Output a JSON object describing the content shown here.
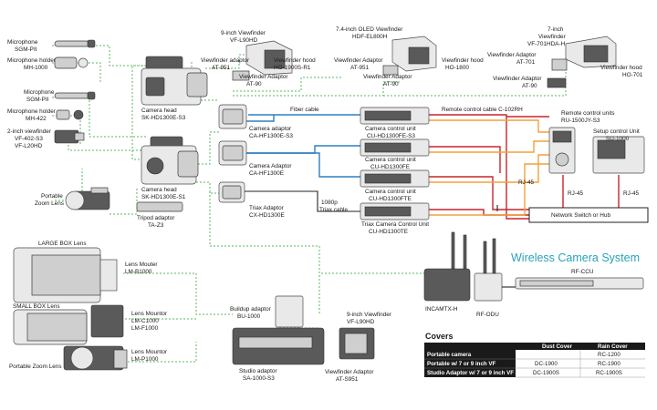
{
  "labels": {
    "microphone_sgm": "Microphone",
    "microphone_sgm_model": "SGM-PII",
    "mic_holder_1": "Microphone holder",
    "mic_holder_1_model": "MH-1000",
    "microphone_sgm2": "Microphone",
    "microphone_sgm2_model": "SGM-PII",
    "mic_holder_2": "Microphone holder",
    "mic_holder_2_model": "MH-422",
    "vf2_title": "2-inch viewfinder",
    "vf2_model1": "VF-402-S3",
    "vf2_model2": "VF-L20HD",
    "portable_zoom_1": "Portable",
    "portable_zoom_2": "Zoom Lens",
    "vf9_title": "9-inch Viewfinder",
    "vf9_model": "VF-L90HD",
    "vf_adaptor_ad951": "Viewfinder adaptor",
    "vf_adaptor_ad951_model": "AT-951",
    "vf_hood_1900": "Viewfinder hood",
    "vf_hood_1900_model": "HO-1900S-R1",
    "vf_adaptor_at90": "Viewfinder Adaptor",
    "vf_adaptor_at90_model": "AT-90",
    "oled_title": "7.4-inch OLED Viewfinder",
    "oled_model": "HDF-EL800H",
    "vf_adaptor_951b": "Viewfinder Adaptor",
    "vf_adaptor_951b_model": "AT-951",
    "vf_hood_1800": "Viewfinder hood",
    "vf_hood_1800_model": "HO-1800",
    "vf_adaptor_at90b": "Viewfinder Adaptor",
    "vf_adaptor_at90b_model": "AT-90",
    "vf7_title1": "7-inch",
    "vf7_title2": "Viewfinder",
    "vf7_model": "VF-701HDA-H",
    "vf_adaptor_701": "Viewfinder Adaptor",
    "vf_adaptor_701_model": "AT-701",
    "vf_hood_701": "Viewfinder hood",
    "vf_hood_701_model": "HO-701",
    "vf_adaptor_at90c": "Viewfinder Adaptor",
    "vf_adaptor_at90c_model": "AT-90",
    "camhead_s3": "Camera head",
    "camhead_s3_model": "SK-HD1300E-S3",
    "camhead_s1": "Camera head",
    "camhead_s1_model": "SK-HD1300E-S1",
    "tripod": "Tripod adaptor",
    "tripod_model": "TA-Z3",
    "fiber_cable": "Fiber cable",
    "remote_cable": "Remote control cable C-102RH",
    "cam_adaptor_1": "Camera adaptor",
    "cam_adaptor_1_model": "CA-HF1300E-S3",
    "cam_adaptor_2": "Camera Adaptor",
    "cam_adaptor_2_model": "CA-HF1300E",
    "triax_adaptor": "Triax Adaptor",
    "triax_adaptor_model": "CX-HD1300E",
    "ccu_1": "Camera control unit",
    "ccu_1_model": "CU-HD1300FE-S3",
    "ccu_2": "Camera control unit",
    "ccu_2_model": "CU-HD1300FE",
    "ccu_3": "Camera control unit",
    "ccu_3_model": "CU-HD1300FTE",
    "triax_ccu": "Triax Camera Control Unit",
    "triax_ccu_model": "CU-HD1300TE",
    "triax_cable_1": "1080p",
    "triax_cable_2": "Triax cable",
    "rcu": "Remote control units",
    "rcu_model": "RU-1500JY-S3",
    "setup_unit": "Setup control Unit",
    "setup_unit_model": "SU-1000",
    "rj45_a": "RJ-45",
    "rj45_b": "RJ-45",
    "rj45_c": "RJ-45",
    "network_switch": "Network Switch or Hub",
    "large_box": "LARGE BOX Lens",
    "lens_mounter_1": "Lens Mouter",
    "lens_mounter_1_model": "LM-B1000",
    "small_box": "SMALL BOX Lens",
    "lens_mountor_2": "Lens Mountor",
    "lens_mountor_2_model1": "LM-C1000",
    "lens_mountor_2_model2": "LM-F1000",
    "portable_zoom_3": "Portable Zoom Lens",
    "lens_mountor_3": "Lens Mountor",
    "lens_mountor_3_model": "LM-P1000",
    "buildup": "Buildup adaptor",
    "buildup_model": "BU-1000",
    "vf9b_title": "9-inch Viewfinder",
    "vf9b_model": "VF-L90HD",
    "studio_adaptor": "Studio adaptor",
    "studio_adaptor_model": "SA-1000-S3",
    "vf_adaptor_s951": "Viewfinder Adaptor",
    "vf_adaptor_s951_model": "AT-S951",
    "wireless_title": "Wireless Camera System",
    "incamtx": "INCAMTX-H",
    "rf_odu": "RF-ODU",
    "rf_ccu": "RF-CCU"
  },
  "covers": {
    "title": "Covers",
    "header": [
      "",
      "Dust Cover",
      "Rain Cover"
    ],
    "rows": [
      [
        "Portable camera",
        "",
        "RC-1200"
      ],
      [
        "Portable w/ 7 or 9 inch VF",
        "DC-1900",
        "RC-1900"
      ],
      [
        "Studio Adaptor w/ 7 or 9 inch VF",
        "DC-1900S",
        "RC-1900S"
      ]
    ]
  },
  "colors": {
    "fiber": "#2f7fc0",
    "remote": "#c8242b",
    "rj45": "#f0a23c",
    "accessory_link": "#57b85a",
    "wireless_title": "#2aa3b8",
    "table_header": "#1a1a1a"
  }
}
